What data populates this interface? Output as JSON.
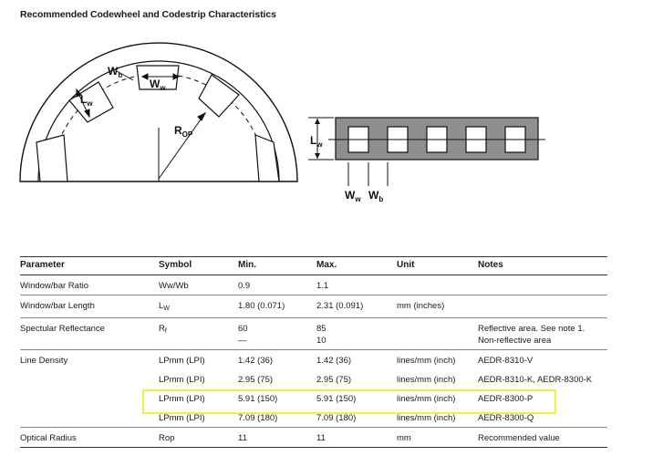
{
  "title": "Recommended Codewheel and Codestrip Characteristics",
  "diagram": {
    "wb": "W",
    "wb_sub": "b",
    "ww": "W",
    "ww_sub": "w",
    "lw": "L",
    "lw_sub": "w",
    "rop": "R",
    "rop_sub": "OP",
    "strip_lw": "L",
    "strip_lw_sub": "w",
    "strip_ww": "W",
    "strip_ww_sub": "w",
    "strip_wb": "W",
    "strip_wb_sub": "b"
  },
  "table": {
    "headers": [
      "Parameter",
      "Symbol",
      "Min.",
      "Max.",
      "Unit",
      "Notes"
    ],
    "rows": [
      {
        "parameter": "Window/bar Ratio",
        "symbol": "Ww/Wb",
        "min": "0.9",
        "max": "1.1",
        "unit": "",
        "notes": ""
      },
      {
        "parameter": "Window/bar Length",
        "symbol": "L",
        "symbol_sub": "W",
        "min": "1.80 (0.071)",
        "max": "2.31 (0.091)",
        "unit": "mm (inches)",
        "notes": ""
      },
      {
        "parameter": "Spectular Reflectance",
        "symbol": "R",
        "symbol_sub": "f",
        "min": "60",
        "min2": "—",
        "max": "85",
        "max2": "10",
        "unit": "",
        "notes": "Reflective area. See note 1.",
        "notes2": "Non-reflective area"
      },
      {
        "parameter": "Line Density",
        "symbol": "LPmm (LPI)",
        "min": "1.42 (36)",
        "max": "1.42 (36)",
        "unit": "lines/mm (inch)",
        "notes": "AEDR-8310-V"
      },
      {
        "parameter": "",
        "symbol": "LPmm (LPI)",
        "min": "2.95 (75)",
        "max": "2.95 (75)",
        "unit": "lines/mm (inch)",
        "notes": "AEDR-8310-K, AEDR-8300-K"
      },
      {
        "parameter": "",
        "symbol": "LPmm (LPI)",
        "min": "5.91 (150)",
        "max": "5.91 (150)",
        "unit": "lines/mm (inch)",
        "notes": "AEDR-8300-P"
      },
      {
        "parameter": "",
        "symbol": "LPmm (LPI)",
        "min": "7.09 (180)",
        "max": "7.09 (180)",
        "unit": "lines/mm (inch)",
        "notes": "AEDR-8300-Q"
      },
      {
        "parameter": "Optical Radius",
        "symbol": "Rop",
        "min": "11",
        "max": "11",
        "unit": "mm",
        "notes": "Recommended value"
      }
    ]
  },
  "colors": {
    "highlight": "#f4ef3a",
    "line": "#333333"
  }
}
